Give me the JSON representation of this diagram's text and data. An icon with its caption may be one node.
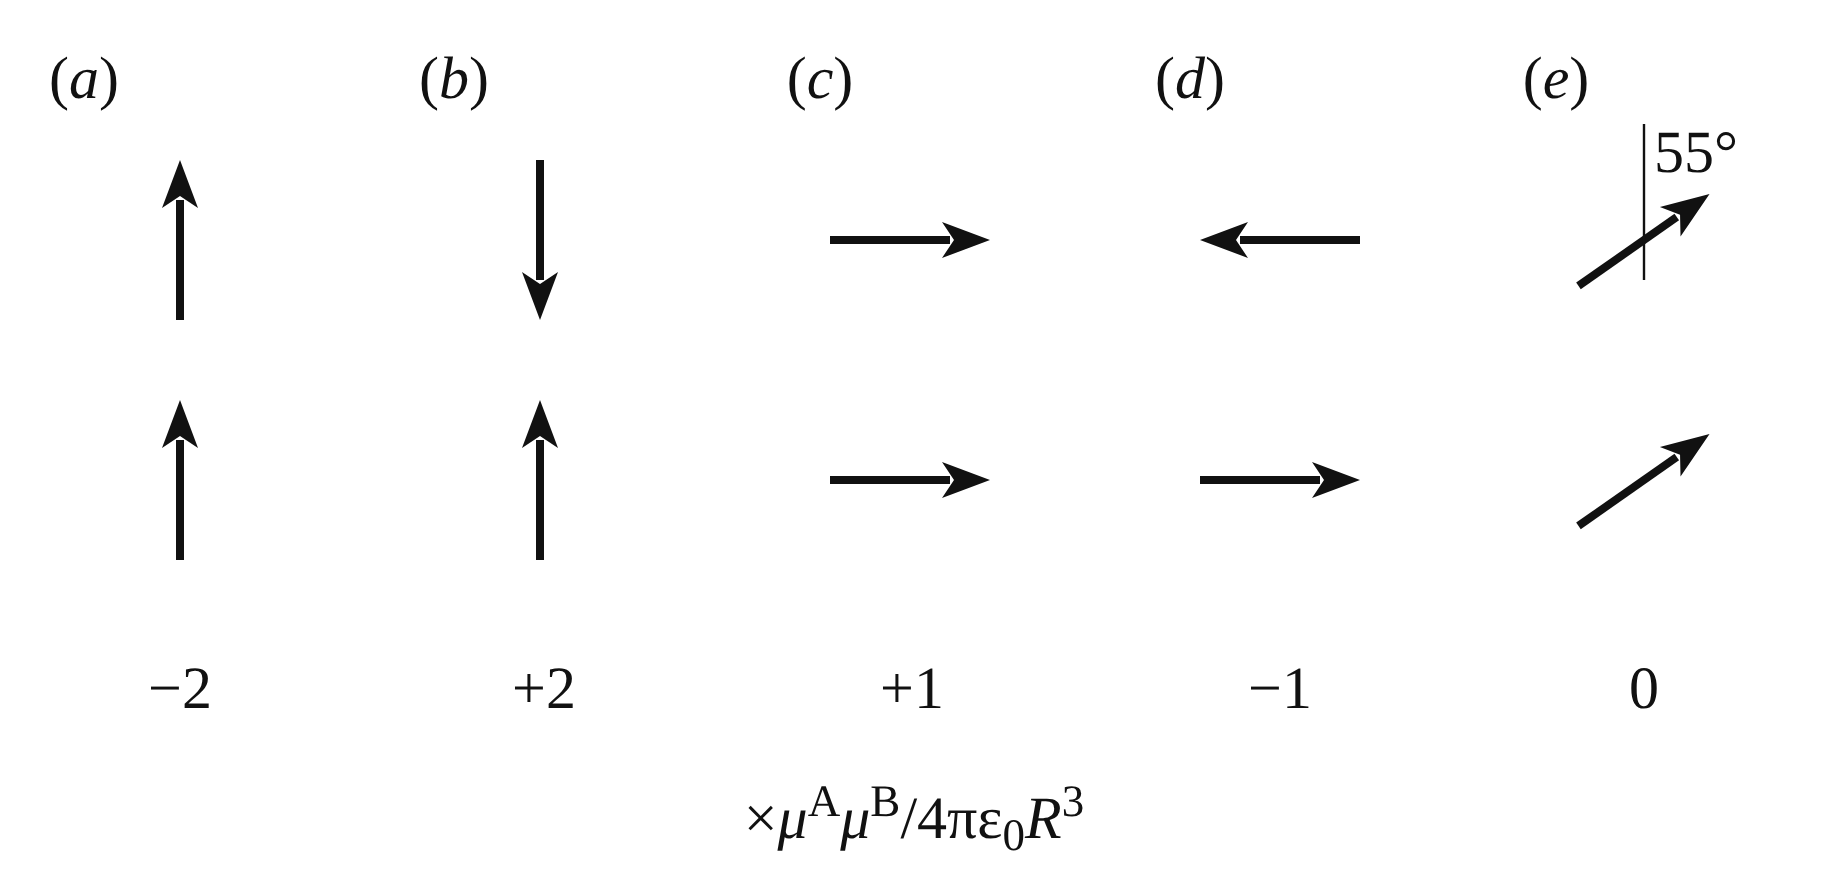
{
  "diagram": {
    "labels": [
      "(*a*)",
      "(*b*)",
      "(*c*)",
      "(*d*)",
      "(*e*)",
      "55°",
      "−2",
      "+2",
      "+1",
      "−1",
      "0",
      "×*μ*$^{A}$*μ*$^{B}$/4πε$_{0}$*R*$^{3}$"
    ]
  }
}
